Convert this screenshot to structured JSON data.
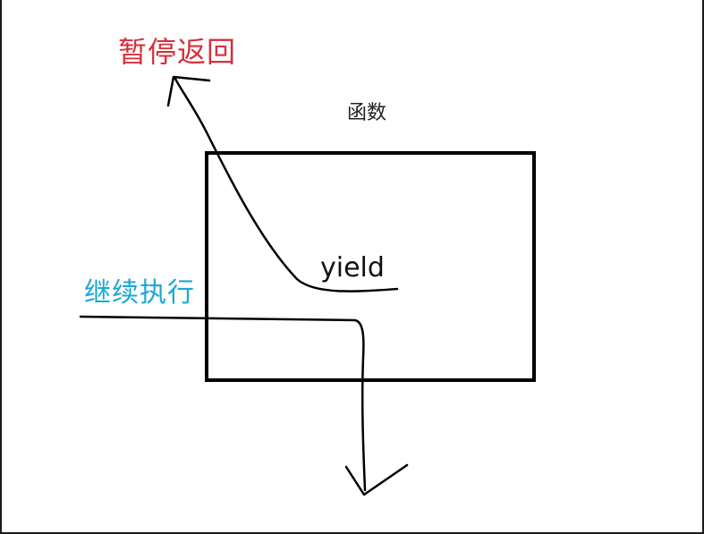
{
  "labels": {
    "pause_return": "暂停返回",
    "function": "函数",
    "yield": "yield",
    "continue_exec": "继续执行"
  },
  "colors": {
    "pause_return": "#d6303b",
    "continue_exec": "#1aa8d6",
    "stroke": "#000000"
  }
}
